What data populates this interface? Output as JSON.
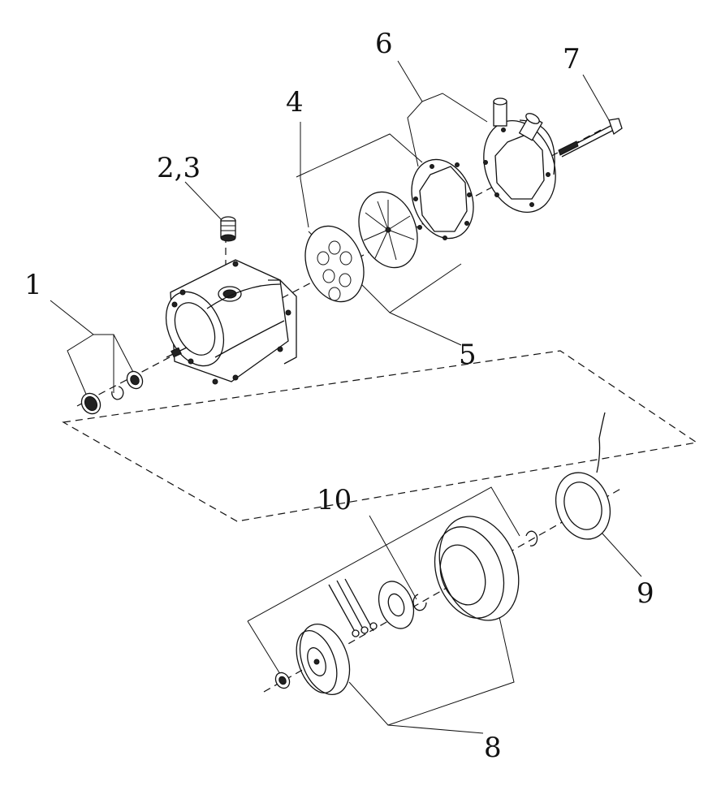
{
  "diagram": {
    "callouts": [
      {
        "id": "c1",
        "text": "1"
      },
      {
        "id": "c23",
        "text": "2,3"
      },
      {
        "id": "c4",
        "text": "4"
      },
      {
        "id": "c5",
        "text": "5"
      },
      {
        "id": "c6",
        "text": "6"
      },
      {
        "id": "c7",
        "text": "7"
      },
      {
        "id": "c8",
        "text": "8"
      },
      {
        "id": "c9",
        "text": "9"
      },
      {
        "id": "c10",
        "text": "10"
      }
    ]
  }
}
